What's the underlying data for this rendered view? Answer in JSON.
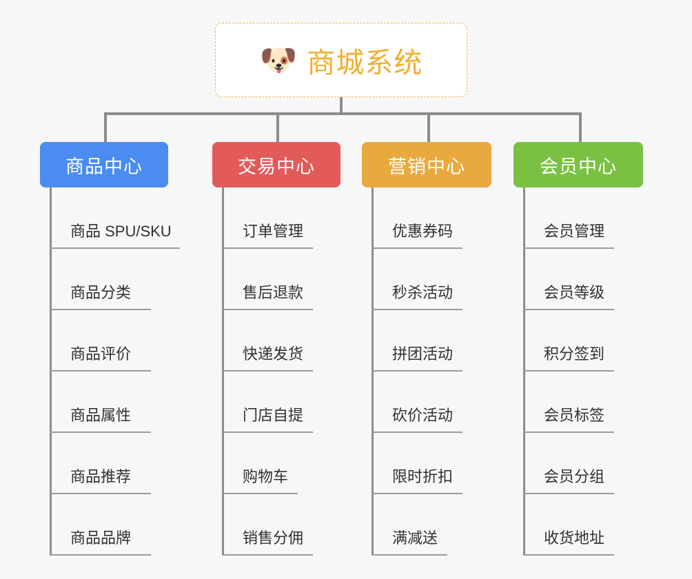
{
  "diagram": {
    "type": "mindmap",
    "background_color": "#f7f7f7",
    "root": {
      "title": "商城系统",
      "icon": "dog-face-icon",
      "icon_glyph": "🐶",
      "text_color": "#f0b034",
      "border_color": "#efb04a",
      "background_color": "#ffffff"
    },
    "connector_color": "#8c8c8c",
    "branches": [
      {
        "label": "商品中心",
        "color": "#4a8cf0",
        "items": [
          "商品 SPU/SKU",
          "商品分类",
          "商品评价",
          "商品属性",
          "商品推荐",
          "商品品牌"
        ]
      },
      {
        "label": "交易中心",
        "color": "#e35a5a",
        "items": [
          "订单管理",
          "售后退款",
          "快递发货",
          "门店自提",
          "购物车",
          "销售分佣"
        ]
      },
      {
        "label": "营销中心",
        "color": "#eaa93f",
        "items": [
          "优惠券码",
          "秒杀活动",
          "拼团活动",
          "砍价活动",
          "限时折扣",
          "满减送"
        ]
      },
      {
        "label": "会员中心",
        "color": "#7ac143",
        "items": [
          "会员管理",
          "会员等级",
          "积分签到",
          "会员标签",
          "会员分组",
          "收货地址"
        ]
      }
    ]
  },
  "layout": {
    "branch_left": [
      58,
      308,
      525,
      745
    ],
    "branch_width": [
      186,
      186,
      188,
      188
    ],
    "drop_left": [
      151,
      401,
      620,
      840
    ],
    "spine_left": [
      14,
      14,
      14,
      14
    ],
    "underline_width": [
      [
        189,
        147,
        147,
        147,
        147,
        147
      ],
      [
        132,
        132,
        132,
        132,
        110,
        132
      ],
      [
        132,
        132,
        132,
        132,
        132,
        110
      ],
      [
        132,
        132,
        132,
        132,
        132,
        132
      ]
    ]
  }
}
